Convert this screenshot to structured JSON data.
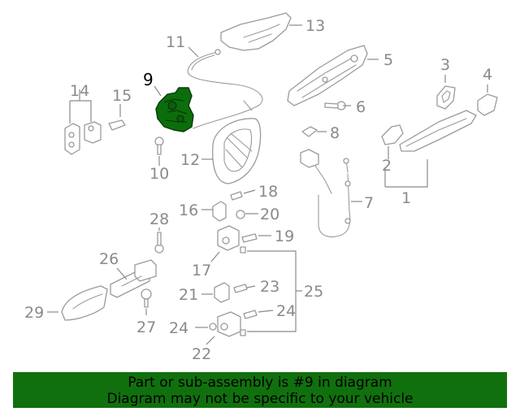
{
  "callouts": {
    "c1": "1",
    "c2": "2",
    "c3": "3",
    "c4": "4",
    "c5": "5",
    "c6": "6",
    "c7": "7",
    "c8": "8",
    "c9": "9",
    "c10": "10",
    "c11": "11",
    "c12": "12",
    "c13": "13",
    "c14": "14",
    "c15": "15",
    "c16": "16",
    "c17": "17",
    "c18": "18",
    "c19": "19",
    "c20": "20",
    "c21": "21",
    "c22": "22",
    "c23": "23",
    "c24a": "24",
    "c24b": "24",
    "c25": "25",
    "c26": "26",
    "c27": "27",
    "c28": "28",
    "c29": "29"
  },
  "highlighted_part": "9",
  "banner": {
    "line1": "Part or sub-assembly is #9 in diagram",
    "line2": "Diagram may not be specific to your vehicle"
  },
  "colors": {
    "banner_bg": "#11700e",
    "highlight_part": "#0b6e0b",
    "line_art": "#9a9a9a"
  }
}
